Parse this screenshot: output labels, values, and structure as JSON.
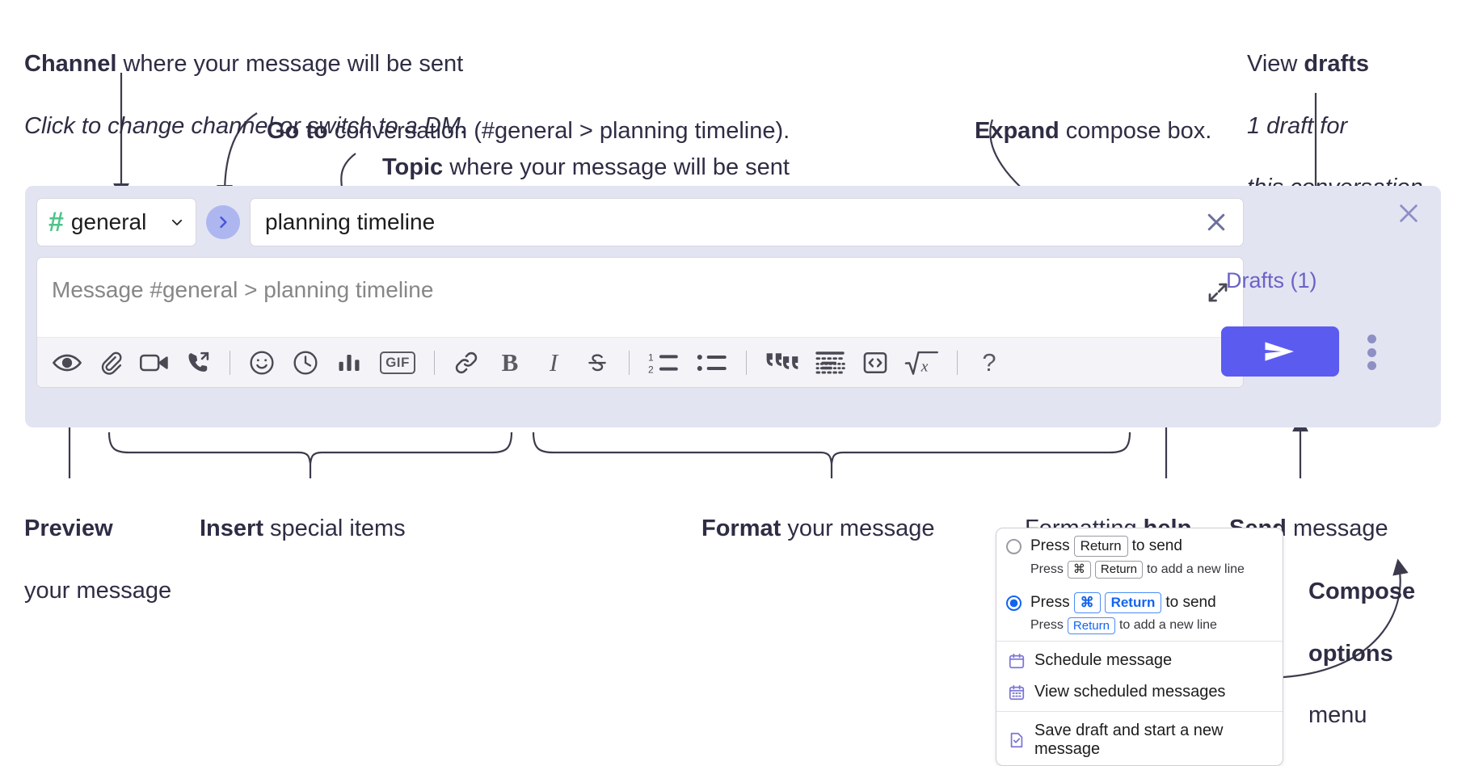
{
  "annotations": {
    "channel": {
      "bold": "Channel",
      "rest": " where your message will be sent",
      "italic": "Click to change channel or switch to a DM."
    },
    "goto": {
      "bold": "Go to",
      "rest": " conversation (#general > planning timeline)."
    },
    "topic": {
      "bold": "Topic",
      "rest": " where your message will be sent"
    },
    "expand": {
      "bold": "Expand",
      "rest": " compose box."
    },
    "drafts": {
      "reg": "View ",
      "bold": "drafts",
      "italic_line1": "1 draft for",
      "italic_line2": "this conversation"
    },
    "preview": {
      "bold": "Preview",
      "rest": "your message"
    },
    "insert": {
      "bold": "Insert",
      "rest": " special items"
    },
    "format": {
      "bold": "Format",
      "rest": " your message"
    },
    "help": {
      "reg": "Formatting ",
      "bold": "help"
    },
    "send": {
      "bold": "Send",
      "rest": " message"
    },
    "compose_options": {
      "bold_line1": "Compose",
      "bold_line2": "options",
      "reg": "menu"
    }
  },
  "compose": {
    "channel_name": "general",
    "channel_hash": "#",
    "topic_value": "planning timeline",
    "message_placeholder": "Message #general > planning timeline",
    "drafts_label": "Drafts (1)",
    "gif_label": "GIF",
    "bold_glyph": "B",
    "italic_glyph": "I",
    "help_glyph": "?",
    "toolbar": [
      {
        "name": "preview-icon",
        "title": "Preview"
      },
      {
        "name": "attachment-icon",
        "title": "Attach file"
      },
      {
        "name": "video-icon",
        "title": "Record video clip"
      },
      {
        "name": "audio-call-icon",
        "title": "Record audio clip"
      },
      {
        "name": "emoji-icon",
        "title": "Emoji"
      },
      {
        "name": "clock-icon",
        "title": "Reminder"
      },
      {
        "name": "poll-icon",
        "title": "Poll"
      },
      {
        "name": "gif-icon",
        "title": "GIF"
      },
      {
        "name": "link-icon",
        "title": "Link"
      },
      {
        "name": "bold-icon",
        "title": "Bold"
      },
      {
        "name": "italic-icon",
        "title": "Italic"
      },
      {
        "name": "strikethrough-icon",
        "title": "Strikethrough"
      },
      {
        "name": "ordered-list-icon",
        "title": "Ordered list"
      },
      {
        "name": "bullet-list-icon",
        "title": "Bulleted list"
      },
      {
        "name": "blockquote-icon",
        "title": "Blockquote"
      },
      {
        "name": "code-block-icon",
        "title": "Code block"
      },
      {
        "name": "inline-code-icon",
        "title": "Code"
      },
      {
        "name": "math-icon",
        "title": "Math"
      },
      {
        "name": "help-icon",
        "title": "Formatting help"
      }
    ]
  },
  "menu": {
    "option1": {
      "press": "Press",
      "key": "Return",
      "suffix": "to send",
      "sub_press": "Press",
      "sub_key1": "⌘",
      "sub_key2": "Return",
      "sub_suffix": "to add a new line",
      "selected": false
    },
    "option2": {
      "press": "Press",
      "key1": "⌘",
      "key2": "Return",
      "suffix": "to send",
      "sub_press": "Press",
      "sub_key": "Return",
      "sub_suffix": "to add a new line",
      "selected": true
    },
    "items": [
      {
        "icon": "calendar-icon",
        "label": "Schedule message"
      },
      {
        "icon": "calendar-grid-icon",
        "label": "View scheduled messages"
      },
      {
        "icon": "save-draft-icon",
        "label": "Save draft and start a new message"
      }
    ]
  },
  "colors": {
    "accent": "#5b5bf0",
    "channel_hash": "#4fc38a",
    "drafts_text": "#6b63c6",
    "compose_bg": "#e3e4f2",
    "radio_selected": "#1264f0"
  }
}
